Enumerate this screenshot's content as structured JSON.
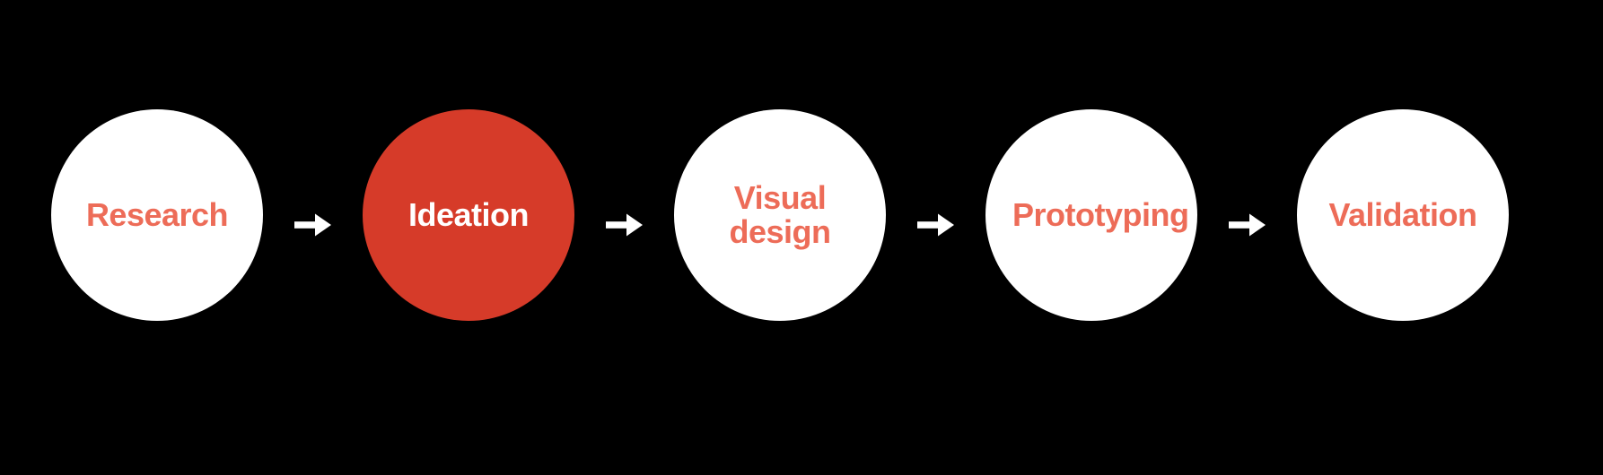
{
  "diagram": {
    "type": "process-flow",
    "background_color": "#000000",
    "steps": [
      {
        "label": "Research",
        "fill": "#ffffff",
        "text_color": "#ed6c58",
        "active": false
      },
      {
        "label": "Ideation",
        "fill": "#d63b29",
        "text_color": "#ffffff",
        "active": true
      },
      {
        "label": "Visual design",
        "fill": "#ffffff",
        "text_color": "#ed6c58",
        "active": false
      },
      {
        "label": "Prototyping",
        "fill": "#ffffff",
        "text_color": "#ed6c58",
        "active": false
      },
      {
        "label": "Validation",
        "fill": "#ffffff",
        "text_color": "#ed6c58",
        "active": false
      }
    ],
    "connector": {
      "icon": "right-arrow-icon",
      "color": "#ffffff",
      "count": 4
    }
  }
}
